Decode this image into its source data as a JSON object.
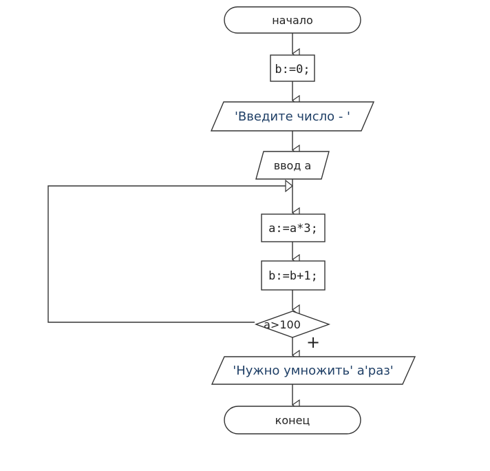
{
  "flowchart": {
    "start": "начало",
    "init_b": "b:=0;",
    "prompt": "'Введите число - '",
    "input": "ввод а",
    "multiply": "a:=a*3;",
    "increment": "b:=b+1;",
    "condition": "a>100",
    "condition_yes_mark": "+",
    "result": "'Нужно умножить' a'раз'",
    "end": "конец"
  }
}
